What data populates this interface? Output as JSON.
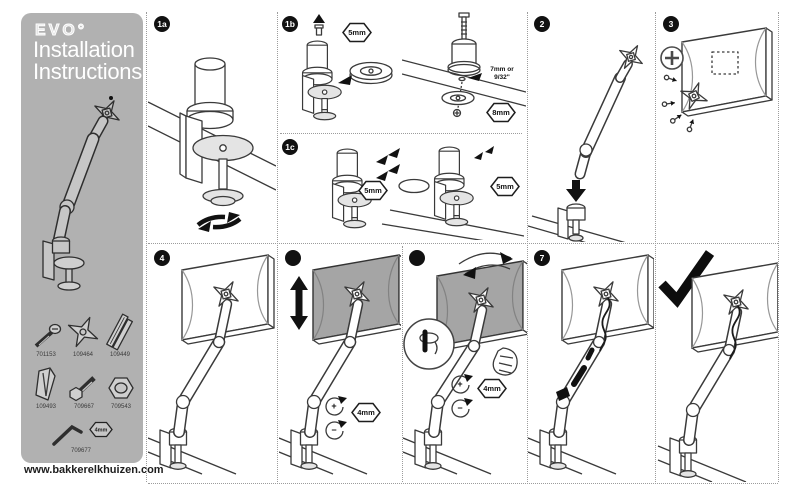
{
  "brand": {
    "logo": "EVO°",
    "title_line1": "Installation",
    "title_line2": "Instructions",
    "website": "www.bakkerelkhuizen.com"
  },
  "colors": {
    "sidebar_bg": "#b1b1b1",
    "line": "#3a3a3a",
    "badge": "#111111",
    "monitor_dark": "#a5a5a5"
  },
  "symbols": {
    "plus": "+",
    "minus": "−"
  },
  "parts": [
    {
      "number": "701153",
      "icon": "screw-icon"
    },
    {
      "number": "109464",
      "icon": "vesa-plate-icon"
    },
    {
      "number": "109449",
      "icon": "mounting-strip-icon"
    },
    {
      "number": "109493",
      "icon": "clamp-bracket-icon"
    },
    {
      "number": "709667",
      "icon": "bolt-icon"
    },
    {
      "number": "709543",
      "icon": "nut-icon"
    },
    {
      "number": "709677",
      "icon": "allen-key-icon",
      "tool_size": "4mm"
    }
  ],
  "steps": {
    "s1a": {
      "badge": "1a"
    },
    "s1b": {
      "badge": "1b",
      "tool": "5mm"
    },
    "grommet": {
      "note_line1": "7mm or",
      "note_line2": "9/32\"",
      "tool": "8mm"
    },
    "s1c": {
      "badge": "1c",
      "tool_left": "5mm",
      "tool_right": "5mm"
    },
    "s2": {
      "badge": "2"
    },
    "s3": {
      "badge": "3"
    },
    "s4": {
      "badge": "4"
    },
    "s5": {
      "badge": "",
      "tool": "4mm"
    },
    "s6": {
      "badge": "",
      "tool": "4mm"
    },
    "s7": {
      "badge": "7"
    },
    "done": {}
  }
}
